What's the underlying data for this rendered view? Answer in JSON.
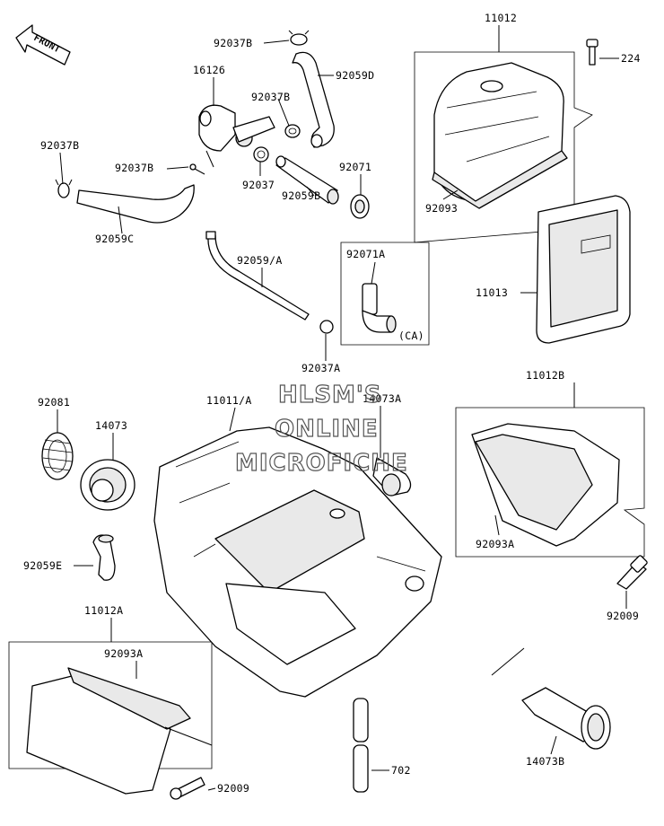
{
  "front_badge": "FRONT",
  "watermark": [
    "HLSM'S",
    "ONLINE",
    "MICROFICHE"
  ],
  "callout_ca": "(CA)",
  "labels": {
    "p224": "224",
    "p11012": "11012",
    "p92037B_top": "92037B",
    "p92059D": "92059D",
    "p16126": "16126",
    "p92037B_mid": "92037B",
    "p92037B_left": "92037B",
    "p92037B_small": "92037B",
    "p92037": "92037",
    "p92071": "92071",
    "p92059B": "92059B",
    "p92059C": "92059C",
    "p92093": "92093",
    "p92071A": "92071A",
    "p92059A": "92059/A",
    "p11013": "11013",
    "p92037A": "92037A",
    "p92081": "92081",
    "p11011A": "11011/A",
    "p14073A": "14073A",
    "p11012B": "11012B",
    "p14073": "14073",
    "p92093A_right": "92093A",
    "p92059E": "92059E",
    "p92009_right": "92009",
    "p11012A": "11012A",
    "p92093A_left": "92093A",
    "p14073B": "14073B",
    "p702": "702",
    "p92009_bottom": "92009"
  }
}
